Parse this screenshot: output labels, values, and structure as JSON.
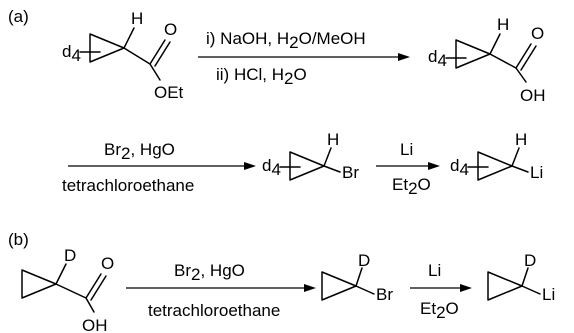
{
  "part_a": {
    "label": "(a)",
    "ester": {
      "d4": "d",
      "d4_sub": "4",
      "h": "H",
      "o": "O",
      "oet": "OEt"
    },
    "step1": {
      "reagent_i_prefix": "i) NaOH, H",
      "reagent_i_sub": "2",
      "reagent_i_suffix": "O/MeOH",
      "reagent_ii_prefix": "ii) HCl, H",
      "reagent_ii_sub": "2",
      "reagent_ii_suffix": "O"
    },
    "acid": {
      "d4": "d",
      "d4_sub": "4",
      "h": "H",
      "o": "O",
      "oh": "OH"
    },
    "step2": {
      "reagent_top_prefix": "Br",
      "reagent_top_sub": "2",
      "reagent_top_suffix": ", HgO",
      "reagent_bottom": "tetrachloroethane"
    },
    "bromide": {
      "d4": "d",
      "d4_sub": "4",
      "h": "H",
      "br": "Br"
    },
    "step3": {
      "reagent_top": "Li",
      "reagent_bottom_prefix": "Et",
      "reagent_bottom_sub": "2",
      "reagent_bottom_suffix": "O"
    },
    "lithium": {
      "d4": "d",
      "d4_sub": "4",
      "h": "H",
      "li": "Li"
    }
  },
  "part_b": {
    "label": "(b)",
    "acid": {
      "d": "D",
      "o": "O",
      "oh": "OH"
    },
    "step1": {
      "reagent_top_prefix": "Br",
      "reagent_top_sub": "2",
      "reagent_top_suffix": ", HgO",
      "reagent_bottom": "tetrachloroethane"
    },
    "bromide": {
      "d": "D",
      "br": "Br"
    },
    "step2": {
      "reagent_top": "Li",
      "reagent_bottom_prefix": "Et",
      "reagent_bottom_sub": "2",
      "reagent_bottom_suffix": "O"
    },
    "lithium": {
      "d": "D",
      "li": "Li"
    }
  }
}
